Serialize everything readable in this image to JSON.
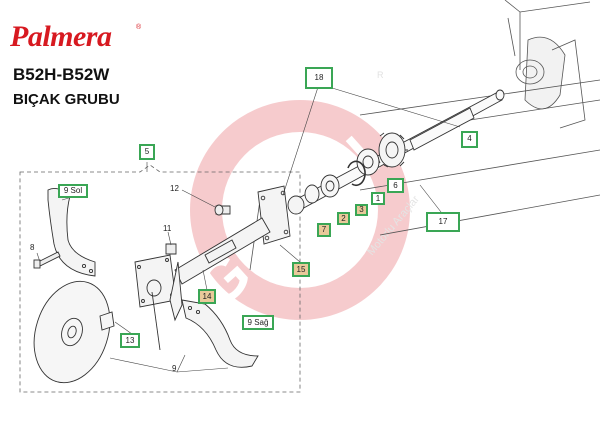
{
  "header": {
    "brand": "Palmera",
    "brand_mark": "®",
    "model": "B52H-B52W",
    "group": "BIÇAK GRUBU"
  },
  "watermark": {
    "text": "GÜVEN",
    "sub": "Motorlu Araçlar",
    "mark": "R"
  },
  "labels": {
    "l18": "18",
    "l4": "4",
    "l5": "5",
    "l6": "6",
    "l1": "1",
    "l3": "3",
    "l2": "2",
    "l7": "7",
    "l17": "17",
    "l15": "15",
    "l12": "12",
    "l11": "11",
    "l8": "8",
    "l9sol": "9 Sol",
    "l9sag": "9 Sağ",
    "l14": "14",
    "l13": "13",
    "l9": "9"
  }
}
